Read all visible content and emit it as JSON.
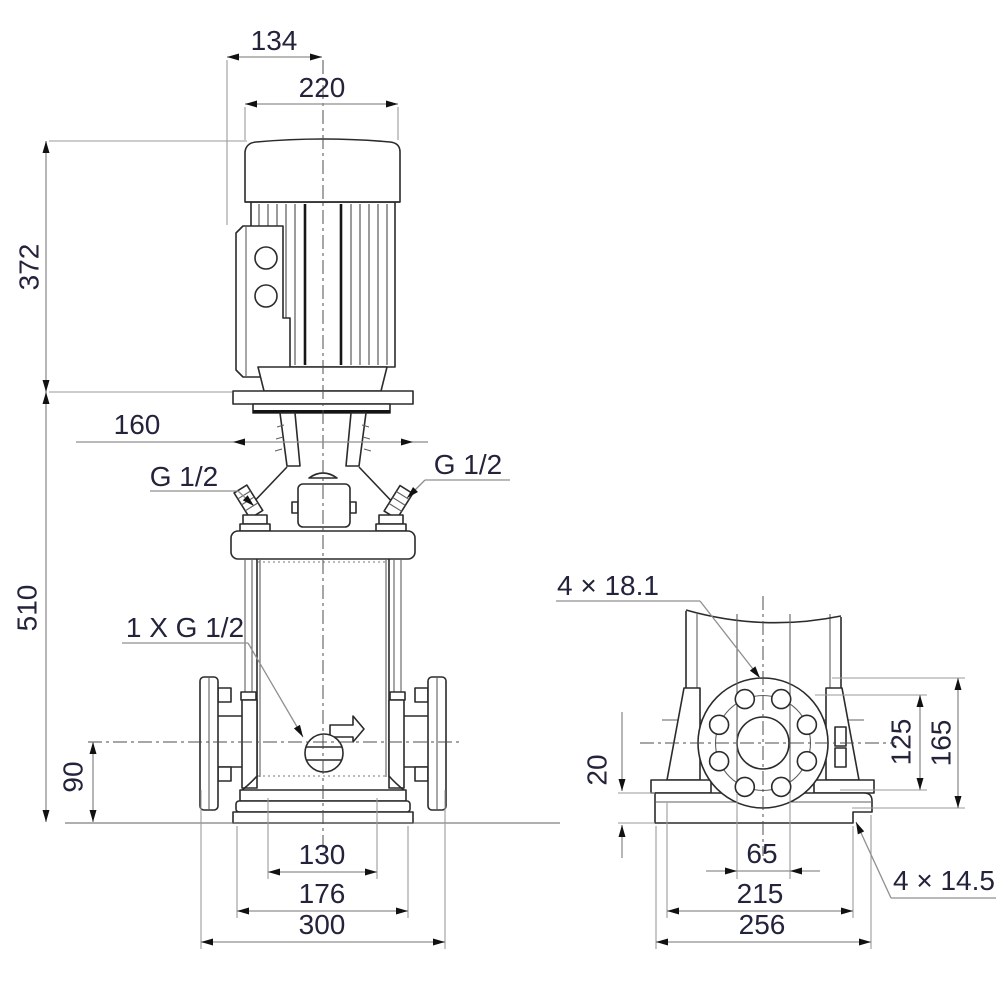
{
  "drawing": {
    "type": "technical-dimensional-drawing",
    "views": [
      "front-view-pump-with-motor",
      "side-view-base-and-flange"
    ],
    "colors": {
      "background": "#ffffff",
      "outline": "#2b2b2b",
      "dimension_lines": "#8f8f8f",
      "text": "#23233c"
    },
    "left_view": {
      "dim_134": "134",
      "dim_220": "220",
      "dim_372": "372",
      "dim_510": "510",
      "dim_160": "160",
      "dim_90": "90",
      "dim_130": "130",
      "dim_176": "176",
      "dim_300": "300",
      "vent_left": "G 1/2",
      "vent_right": "G 1/2",
      "drain": "1 X G 1/2"
    },
    "right_view": {
      "flange_holes": "4 × 18.1",
      "dim_125": "125",
      "dim_165": "165",
      "dim_20": "20",
      "dim_65": "65",
      "dim_215": "215",
      "dim_256": "256",
      "base_holes": "4 × 14.5"
    }
  }
}
